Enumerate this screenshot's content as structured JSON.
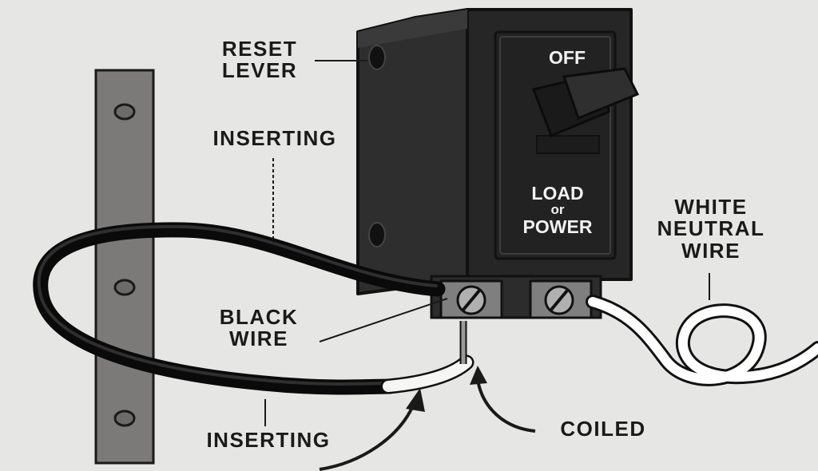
{
  "breaker": {
    "state_label": "OFF",
    "terminal_label": [
      "LOAD",
      "or",
      "POWER"
    ]
  },
  "callouts": {
    "reset_lever": [
      "RESET",
      "LEVER"
    ],
    "inserting_top": "INSERTING",
    "black_wire": [
      "BLACK",
      "WIRE"
    ],
    "inserting_bottom": "INSERTING",
    "coiled": "COILED",
    "white_neutral_wire": [
      "WHITE",
      "NEUTRAL",
      "WIRE"
    ]
  },
  "colors": {
    "background": "#e6e6e4",
    "breaker_body": "#2b2b2b",
    "din_rail": "#7c7a78",
    "black_wire": "#111111",
    "white_wire": "#ffffff"
  }
}
